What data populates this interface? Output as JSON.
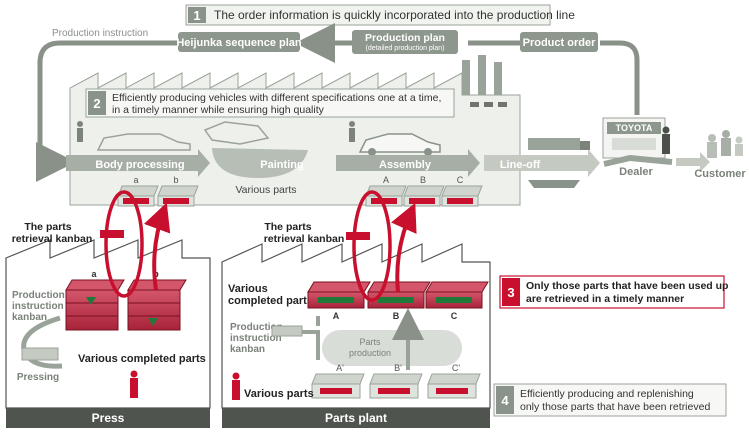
{
  "step1": {
    "num": "1",
    "text": "The order information is quickly incorporated into the production line"
  },
  "step2": {
    "num": "2",
    "line1": "Efficiently producing vehicles with different specifications one at a time,",
    "line2": "in a timely manner while ensuring high quality"
  },
  "step3": {
    "num": "3",
    "line1": "Only those parts that have been used up",
    "line2": "are retrieved in a timely manner"
  },
  "step4": {
    "num": "4",
    "line1": "Efficiently producing and replenishing",
    "line2": "only those parts that have been retrieved"
  },
  "flow": {
    "production_instruction": "Production instruction",
    "heijunka": "Heijunka sequence plan",
    "production_plan": "Production plan",
    "production_plan_sub": "(detailed  production plan)",
    "product_order": "Product order"
  },
  "line": {
    "body_processing": "Body processing",
    "painting": "Painting",
    "assembly": "Assembly",
    "line_off": "Line-off",
    "various_parts": "Various parts",
    "dealer": "Dealer",
    "customer": "Customer",
    "toyota_sign": "TOYOTA"
  },
  "bin_labels": {
    "body_a": "a",
    "body_b": "b",
    "asm_a": "A",
    "asm_b": "B",
    "asm_c": "C"
  },
  "kanban": {
    "left_line1": "The parts",
    "left_line2": "retrieval kanban",
    "right_line1": "The parts",
    "right_line2": "retrieval kanban"
  },
  "press": {
    "title": "Press",
    "instr_line1": "Production",
    "instr_line2": "instruction",
    "instr_line3": "kanban",
    "completed": "Various completed parts",
    "pressing": "Pressing",
    "bin_a": "a",
    "bin_b": "b"
  },
  "parts_plant": {
    "title": "Parts plant",
    "completed_line1": "Various",
    "completed_line2": "completed parts",
    "instr_line1": "Production",
    "instr_line2": "instruction",
    "instr_line3": "kanban",
    "parts_prod_line1": "Parts",
    "parts_prod_line2": "production",
    "various_parts": "Various parts",
    "bins_top": [
      "A",
      "B",
      "C"
    ],
    "bins_bottom": [
      "A'",
      "B'",
      "C'"
    ]
  },
  "colors": {
    "red": "#c8102e",
    "crate": "#c83a4c",
    "green": "#1f7a3a",
    "gray_box": "#9aa39a",
    "panel": "#e8ebe6"
  }
}
